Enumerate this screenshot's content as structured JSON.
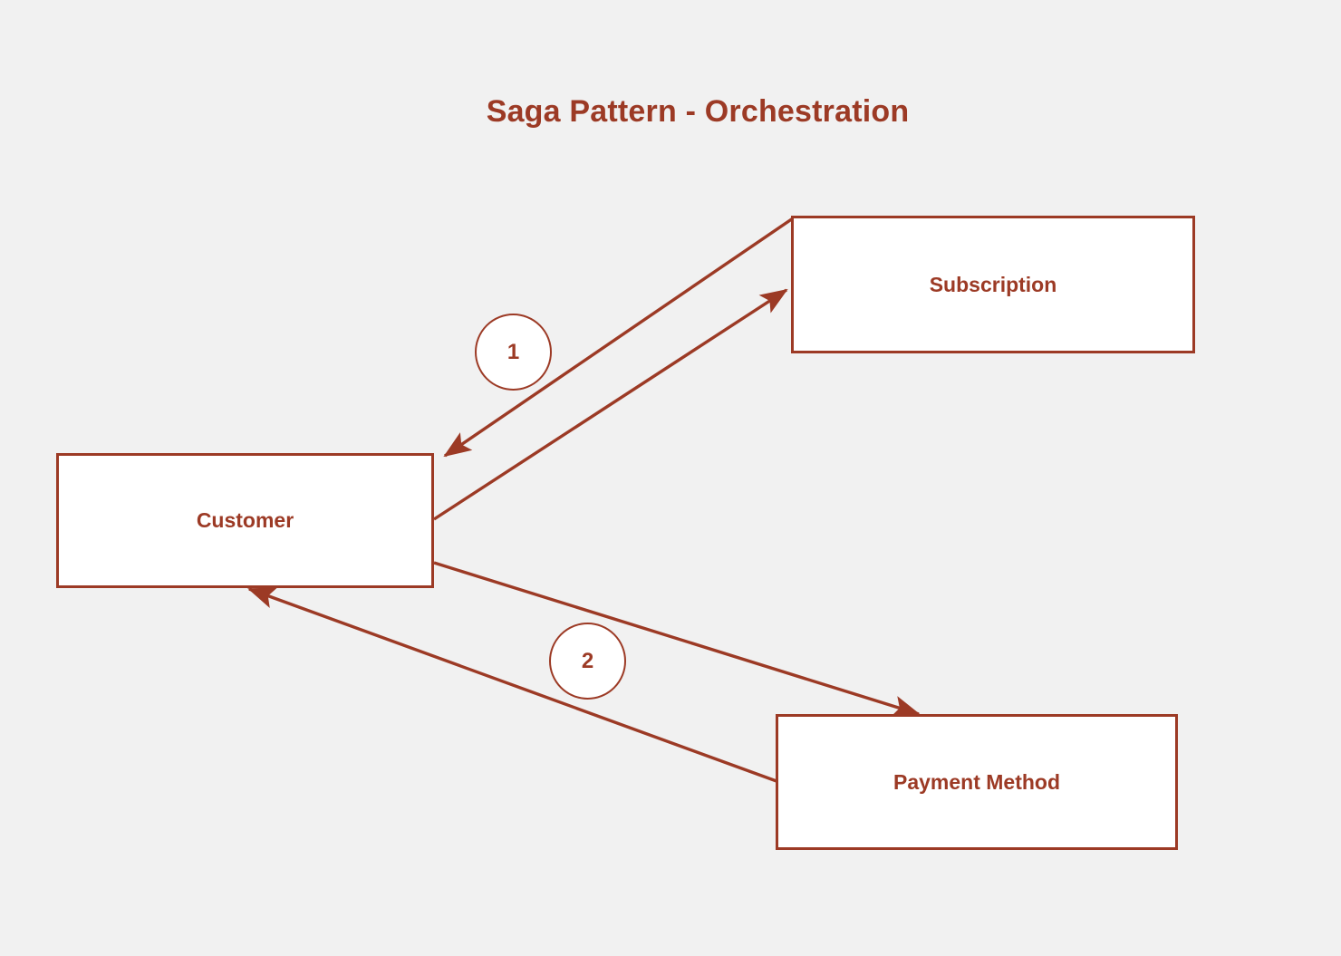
{
  "diagram": {
    "title": "Saga Pattern - Orchestration",
    "background_color": "#f1f1f1",
    "accent_color": "#9c3a25",
    "node_fill_color": "#ffffff",
    "type": "sequence-orchestration",
    "nodes": [
      {
        "id": "customer",
        "label": "Customer"
      },
      {
        "id": "subscription",
        "label": "Subscription"
      },
      {
        "id": "payment_method",
        "label": "Payment Method"
      }
    ],
    "badges": [
      {
        "id": "step-1",
        "label": "1"
      },
      {
        "id": "step-2",
        "label": "2"
      }
    ],
    "edges": [
      {
        "id": "edge-customer-to-subscription",
        "from": "customer",
        "to": "subscription",
        "step": "1",
        "direction": "forward"
      },
      {
        "id": "edge-subscription-to-customer",
        "from": "subscription",
        "to": "customer",
        "step": "1",
        "direction": "return"
      },
      {
        "id": "edge-customer-to-payment",
        "from": "customer",
        "to": "payment_method",
        "step": "2",
        "direction": "forward"
      },
      {
        "id": "edge-payment-to-customer",
        "from": "payment_method",
        "to": "customer",
        "step": "2",
        "direction": "return"
      }
    ]
  }
}
